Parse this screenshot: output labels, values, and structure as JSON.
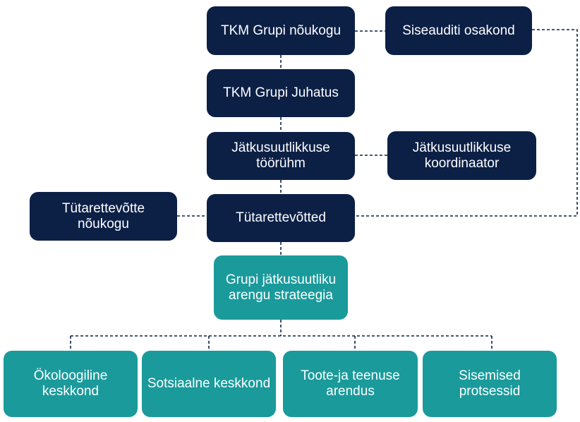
{
  "nodes": {
    "council": "TKM Grupi nõukogu",
    "internal_audit": "Siseauditi osakond",
    "management": "TKM Grupi Juhatus",
    "working_group": "Jätkusuutlikkuse\ntöörühm",
    "coordinator": "Jätkusuutlikkuse\nkoordinaator",
    "subsidiary_council": "Tütarettevõtte\nnõukogu",
    "subsidiaries": "Tütarettevõtted",
    "strategy": "Grupi jätkusuutliku\narengu strateegia",
    "ecological": "Ökoloogiline\nkeskkond",
    "social": "Sotsiaalne keskkond",
    "product_dev": "Toote-ja teenuse\narendus",
    "processes": "Sisemised\nprotsessid"
  },
  "colors": {
    "navy": "#0c2046",
    "teal": "#1a9a9b"
  }
}
